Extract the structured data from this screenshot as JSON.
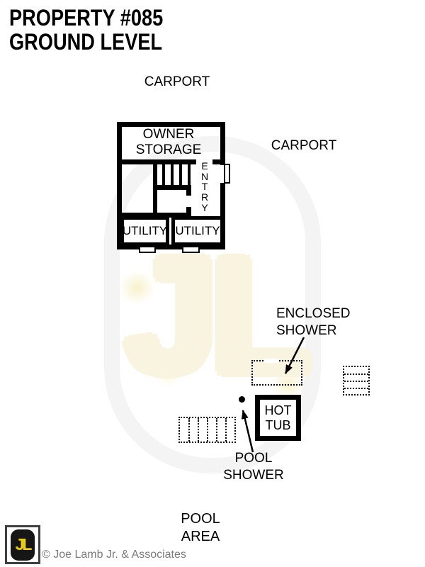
{
  "title": {
    "line1": "PROPERTY #085",
    "line2": "GROUND LEVEL"
  },
  "plan": {
    "carport_top_label": "CARPORT",
    "carport_right_label": "CARPORT",
    "owner_storage": {
      "line1": "OWNER",
      "line2": "STORAGE"
    },
    "entry_letters": [
      "E",
      "N",
      "T",
      "R",
      "Y"
    ],
    "utility_left_label": "UTILITY",
    "utility_right_label": "UTILITY",
    "enclosed_shower": {
      "line1": "ENCLOSED",
      "line2": "SHOWER"
    },
    "hot_tub": {
      "line1": "HOT",
      "line2": "TUB"
    },
    "pool_shower": {
      "line1": "POOL",
      "line2": "SHOWER"
    },
    "pool_area": {
      "line1": "POOL",
      "line2": "AREA"
    }
  },
  "watermark": {
    "text": "JL",
    "letter_color": "#f8f4e0",
    "capsule_color": "#f4f4f4"
  },
  "footer": {
    "logo_text": "JL",
    "copyright": "© Joe Lamb Jr. & Associates"
  },
  "colors": {
    "ink": "#000000",
    "copyright_gray": "#7b7b7b",
    "logo_yellow": "#efcf0e",
    "logo_badge": "#161616",
    "background": "#ffffff"
  }
}
